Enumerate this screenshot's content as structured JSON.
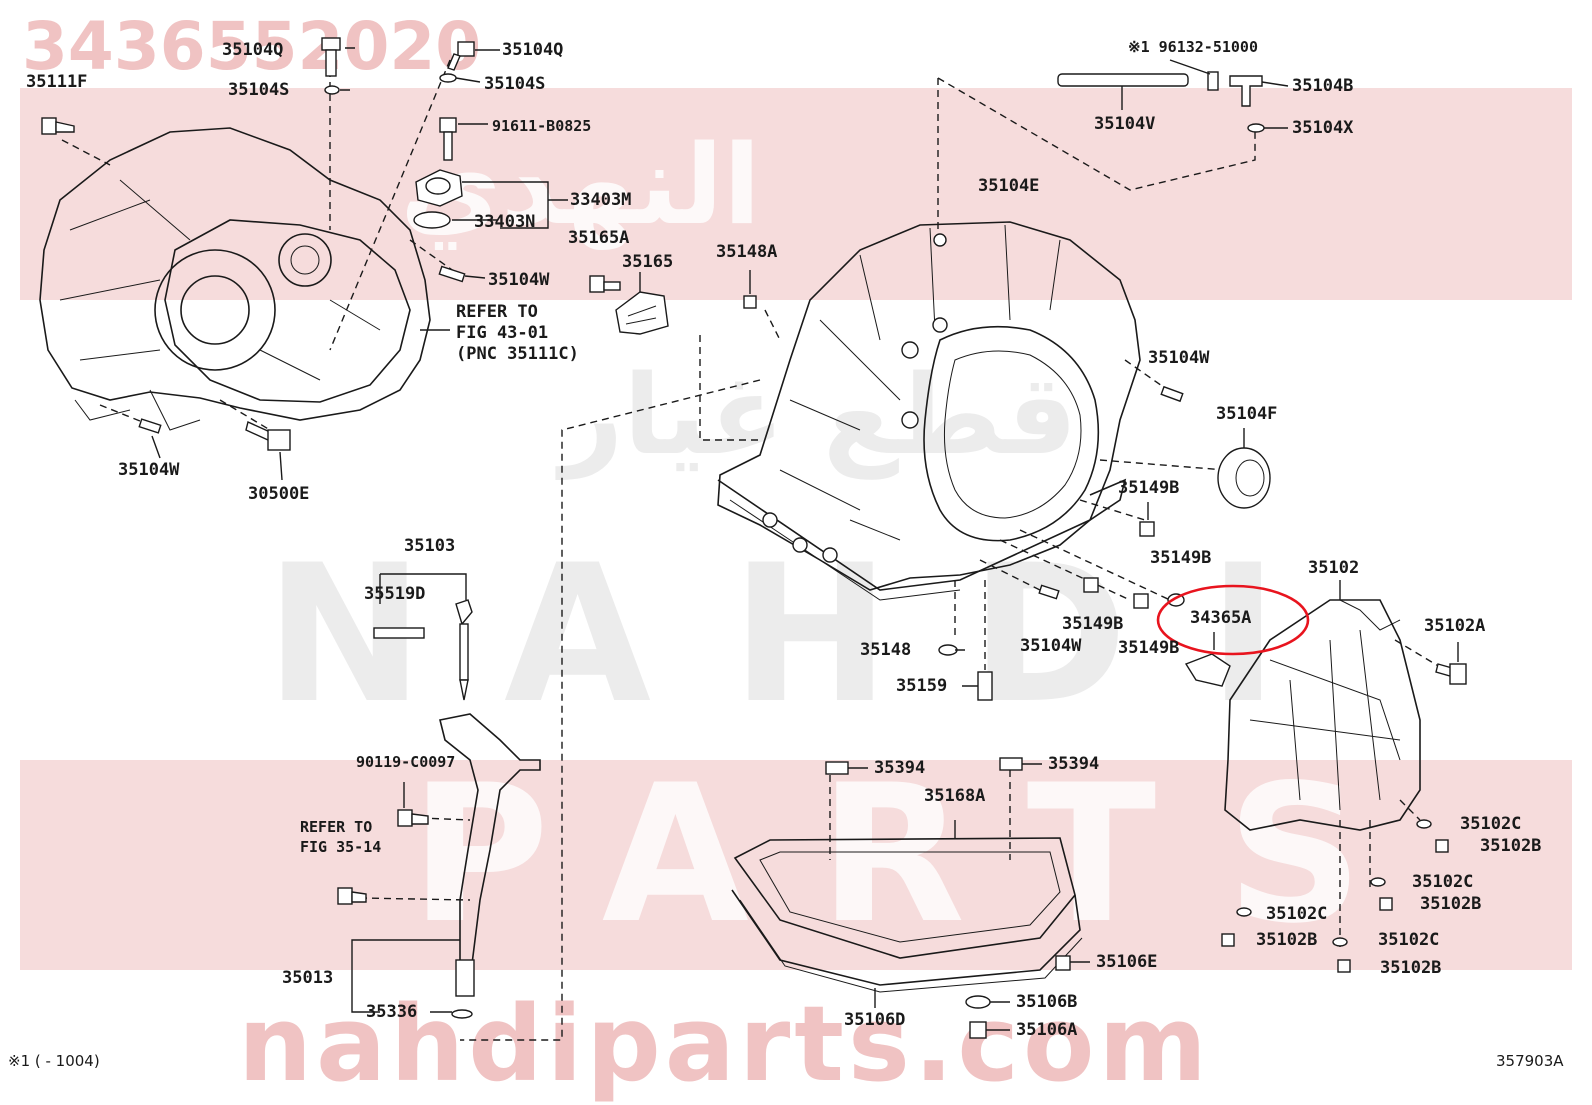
{
  "diagram": {
    "watermark": {
      "part_number": "3436552020",
      "arabic_top": "النهدي",
      "arabic_mid": "قطع غيار",
      "brand_line": "NAHDI",
      "parts_line": "PARTS",
      "site_url": "nahdiparts.com"
    },
    "labels": {
      "l_35111F": "35111F",
      "l_35104Q_a": "35104Q",
      "l_35104Q_b": "35104Q",
      "l_35104S_a": "35104S",
      "l_35104S_b": "35104S",
      "l_91611": "91611-B0825",
      "l_33403M": "33403M",
      "l_33403N": "33403N",
      "l_35104W_a": "35104W",
      "l_refer_to_a": "REFER TO",
      "l_fig_43": "FIG 43-01",
      "l_pnc": "(PNC 35111C)",
      "l_35104W_b": "35104W",
      "l_30500E": "30500E",
      "l_note_ref": "※1 96132-51000",
      "l_35104V": "35104V",
      "l_35104B": "35104B",
      "l_35104X": "35104X",
      "l_35104E": "35104E",
      "l_35165A": "35165A",
      "l_35165": "35165",
      "l_35148A": "35148A",
      "l_35104W_c": "35104W",
      "l_35104F": "35104F",
      "l_35149B_a": "35149B",
      "l_35149B_b": "35149B",
      "l_35149B_c": "35149B",
      "l_35149B_d": "35149B",
      "l_35102": "35102",
      "l_34365A": "34365A",
      "l_35102A": "35102A",
      "l_35148": "35148",
      "l_35104W_d": "35104W",
      "l_35159": "35159",
      "l_35103": "35103",
      "l_35519D": "35519D",
      "l_90119": "90119-C0097",
      "l_refer_to_b": "REFER TO",
      "l_fig_35": "FIG 35-14",
      "l_35013": "35013",
      "l_35336": "35336",
      "l_35394_a": "35394",
      "l_35394_b": "35394",
      "l_35168A": "35168A",
      "l_35106E": "35106E",
      "l_35106B": "35106B",
      "l_35106A": "35106A",
      "l_35106D": "35106D",
      "l_35102C_a": "35102C",
      "l_35102B_a": "35102B",
      "l_35102C_b": "35102C",
      "l_35102B_b": "35102B",
      "l_35102C_c": "35102C",
      "l_35102B_c": "35102B",
      "l_35102C_d": "35102C",
      "l_35102B_d": "35102B"
    },
    "highlight": {
      "target_part": "34365A",
      "color": "#e8141e"
    },
    "footer": {
      "note": "※1 (        - 1004)",
      "diagram_code": "357903A"
    }
  }
}
